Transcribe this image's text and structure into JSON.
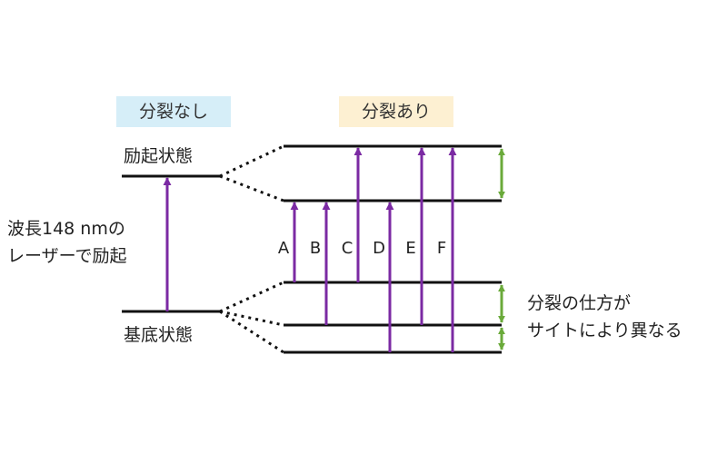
{
  "tags": {
    "no_split": "分裂なし",
    "split": "分裂あり"
  },
  "labels": {
    "excited_state": "励起状態",
    "ground_state": "基底状態",
    "laser_line1": "波長148 nmの",
    "laser_line2": "レーザーで励起",
    "splitting_line1": "分裂の仕方が",
    "splitting_line2": "サイトにより異なる"
  },
  "transitions": [
    "A",
    "B",
    "C",
    "D",
    "E",
    "F"
  ],
  "colors": {
    "tag_no_split_bg": "#d6eef8",
    "tag_split_bg": "#fdf0d2",
    "arrow": "#7b2aa3",
    "bracket_arrow": "#6aaa3a",
    "level_line": "#111111"
  }
}
